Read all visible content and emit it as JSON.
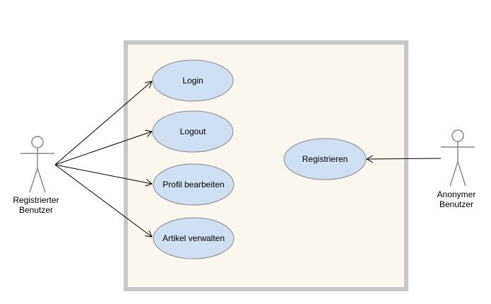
{
  "diagram": {
    "actors": {
      "registered": {
        "line1": "Registrierter",
        "line2": "Benutzer"
      },
      "anonymous": {
        "line1": "Anonymer",
        "line2": "Benutzer"
      }
    },
    "use_cases": {
      "login": "Login",
      "logout": "Logout",
      "edit_profile": "Profil bearbeiten",
      "manage_articles": "Artikel verwalten",
      "register": "Registrieren"
    },
    "colors": {
      "system_fill": "#fbf7ee",
      "system_border": "#c8c8c8",
      "use_case_fill": "#cfe0f2",
      "use_case_stroke": "#8a8a8a",
      "actor_stroke": "#888888",
      "edge": "#000000"
    }
  }
}
